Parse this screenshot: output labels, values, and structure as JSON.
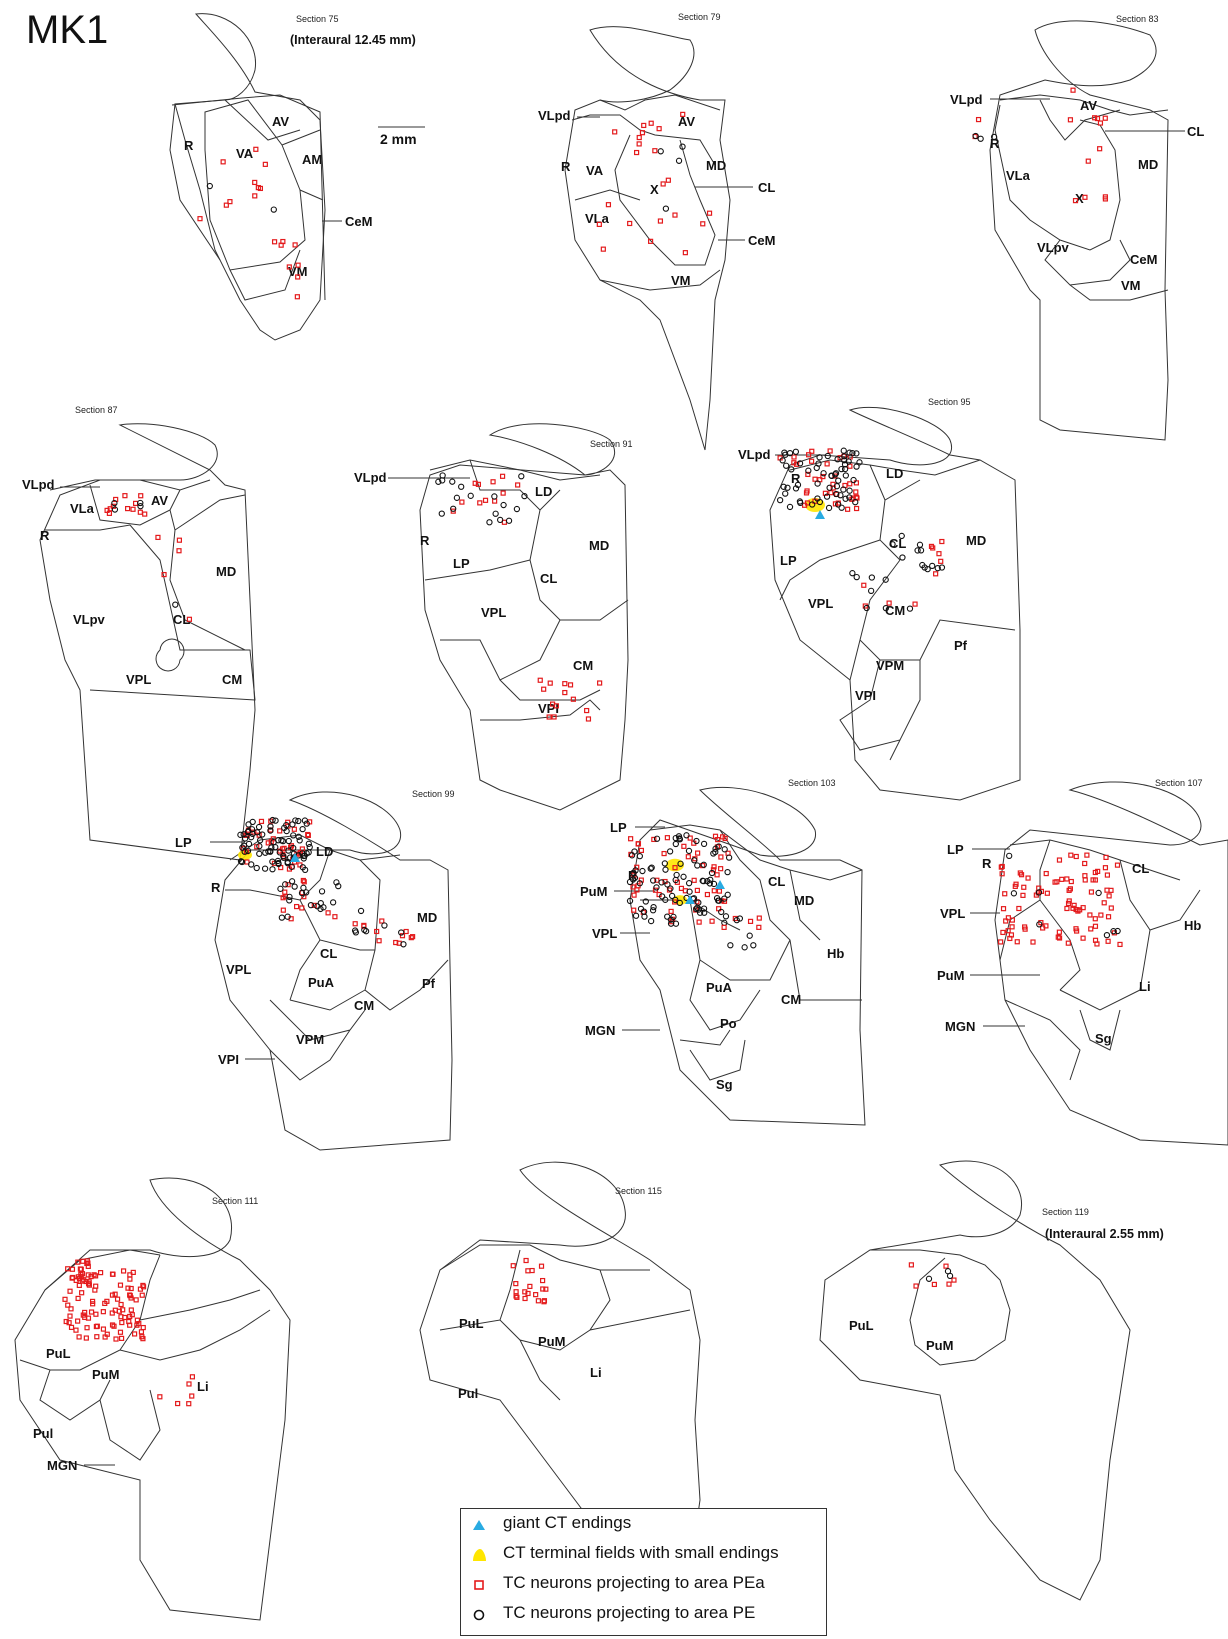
{
  "figure": {
    "title": "MK1",
    "scale_bar_label": "2 mm"
  },
  "sections": [
    {
      "label": "Section 75",
      "interaural": "(Interaural 12.45 mm)",
      "regions": [
        "R",
        "VA",
        "AV",
        "AM",
        "CeM",
        "VM"
      ]
    },
    {
      "label": "Section 79",
      "interaural": "",
      "regions": [
        "VLpd",
        "AV",
        "R",
        "VA",
        "X",
        "MD",
        "CL",
        "VLa",
        "CeM",
        "VM"
      ]
    },
    {
      "label": "Section 83",
      "interaural": "",
      "regions": [
        "VLpd",
        "AV",
        "CL",
        "R",
        "VLa",
        "MD",
        "X",
        "VLpv",
        "CeM",
        "VM"
      ]
    },
    {
      "label": "Section 87",
      "interaural": "",
      "regions": [
        "VLpd",
        "VLa",
        "AV",
        "R",
        "MD",
        "VLpv",
        "CL",
        "VPL",
        "CM"
      ]
    },
    {
      "label": "Section 91",
      "interaural": "",
      "regions": [
        "VLpd",
        "LD",
        "R",
        "MD",
        "LP",
        "CL",
        "VPL",
        "CM",
        "VPI"
      ]
    },
    {
      "label": "Section 95",
      "interaural": "",
      "regions": [
        "VLpd",
        "LD",
        "R",
        "MD",
        "CL",
        "LP",
        "VPL",
        "CM",
        "Pf",
        "VPM",
        "VPI"
      ]
    },
    {
      "label": "Section 99",
      "interaural": "",
      "regions": [
        "LP",
        "LD",
        "R",
        "MD",
        "CL",
        "VPL",
        "PuA",
        "CM",
        "Pf",
        "VPM",
        "VPI"
      ]
    },
    {
      "label": "Section 103",
      "interaural": "",
      "regions": [
        "LP",
        "R",
        "PuM",
        "CL",
        "MD",
        "VPL",
        "Hb",
        "PuA",
        "CM",
        "MGN",
        "Po",
        "Sg"
      ]
    },
    {
      "label": "Section 107",
      "interaural": "",
      "regions": [
        "LP",
        "R",
        "CL",
        "VPL",
        "Hb",
        "PuM",
        "Li",
        "MGN",
        "Sg"
      ]
    },
    {
      "label": "Section 111",
      "interaural": "",
      "regions": [
        "PuL",
        "PuM",
        "Li",
        "Pul",
        "MGN"
      ]
    },
    {
      "label": "Section 115",
      "interaural": "",
      "regions": [
        "PuL",
        "PuM",
        "Li",
        "Pul"
      ]
    },
    {
      "label": "Section 119",
      "interaural": "(Interaural 2.55 mm)",
      "regions": [
        "PuL",
        "PuM"
      ]
    }
  ],
  "legend": [
    {
      "label": "giant CT endings",
      "color": "#29abe2",
      "shape": "triangle"
    },
    {
      "label": "CT terminal fields with small endings",
      "color": "#ffe600",
      "shape": "blob"
    },
    {
      "label": "TC neurons projecting to area PEa",
      "color": "#e41a1c",
      "shape": "square"
    },
    {
      "label": "TC neurons projecting to area PE",
      "color": "#111111",
      "shape": "circle"
    }
  ]
}
